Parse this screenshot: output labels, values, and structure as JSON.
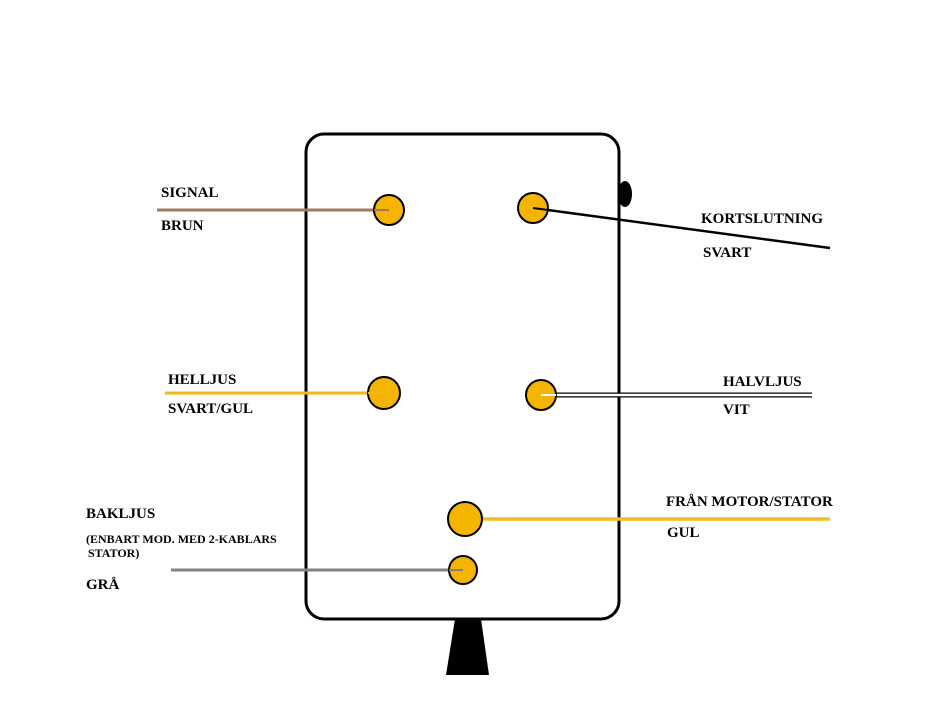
{
  "colors": {
    "background": "#ffffff",
    "outline": "#000000",
    "terminal_fill": "#f4b400",
    "wire_brun": "#a0785a",
    "wire_svart": "#000000",
    "wire_svart_gul": "#f0b81c",
    "wire_vit": "#ffffff",
    "wire_gul": "#f0c020",
    "wire_gra": "#808080"
  },
  "terminals": [
    {
      "id": "signal",
      "label": "SIGNAL",
      "wire_label": "BRUN",
      "wire_color": "#a0785a"
    },
    {
      "id": "kortslutning",
      "label": "KORTSLUTNING",
      "wire_label": "SVART",
      "wire_color": "#000000"
    },
    {
      "id": "helljus",
      "label": "HELLJUS",
      "wire_label": "SVART/GUL",
      "wire_color": "#f0b81c"
    },
    {
      "id": "halvljus",
      "label": "HALVLJUS",
      "wire_label": "VIT",
      "wire_color": "#ffffff"
    },
    {
      "id": "fran-motor",
      "label": "FRÅN MOTOR/STATOR",
      "wire_label": "GUL",
      "wire_color": "#f0c020"
    },
    {
      "id": "bakljus",
      "label": "BAKLJUS",
      "note_line1": "(ENBART MOD. MED 2-KABLARS",
      "note_line2": "STATOR)",
      "wire_label": "GRÅ",
      "wire_color": "#808080"
    }
  ]
}
